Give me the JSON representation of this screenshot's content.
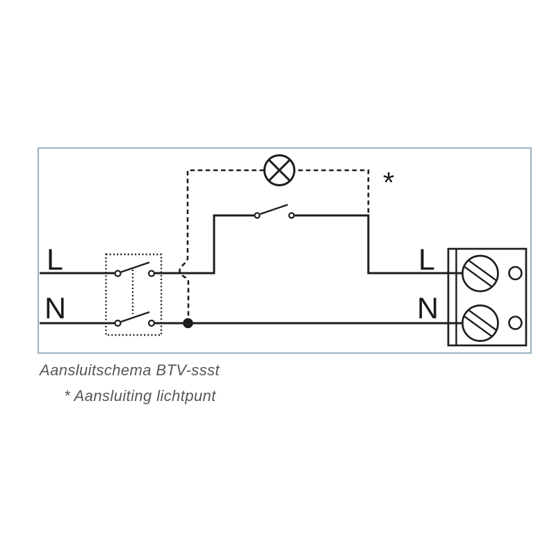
{
  "diagram": {
    "caption": "Aansluitschema BTV-ssst",
    "footnote": "* Aansluiting lichtpunt",
    "asterisk_marker": "*",
    "labels": {
      "l_left": "L",
      "n_left": "N",
      "l_right": "L",
      "n_right": "N"
    },
    "colors": {
      "line": "#1d1d1b",
      "frame_border": "#7f9db1",
      "caption_text": "#55565a"
    }
  }
}
